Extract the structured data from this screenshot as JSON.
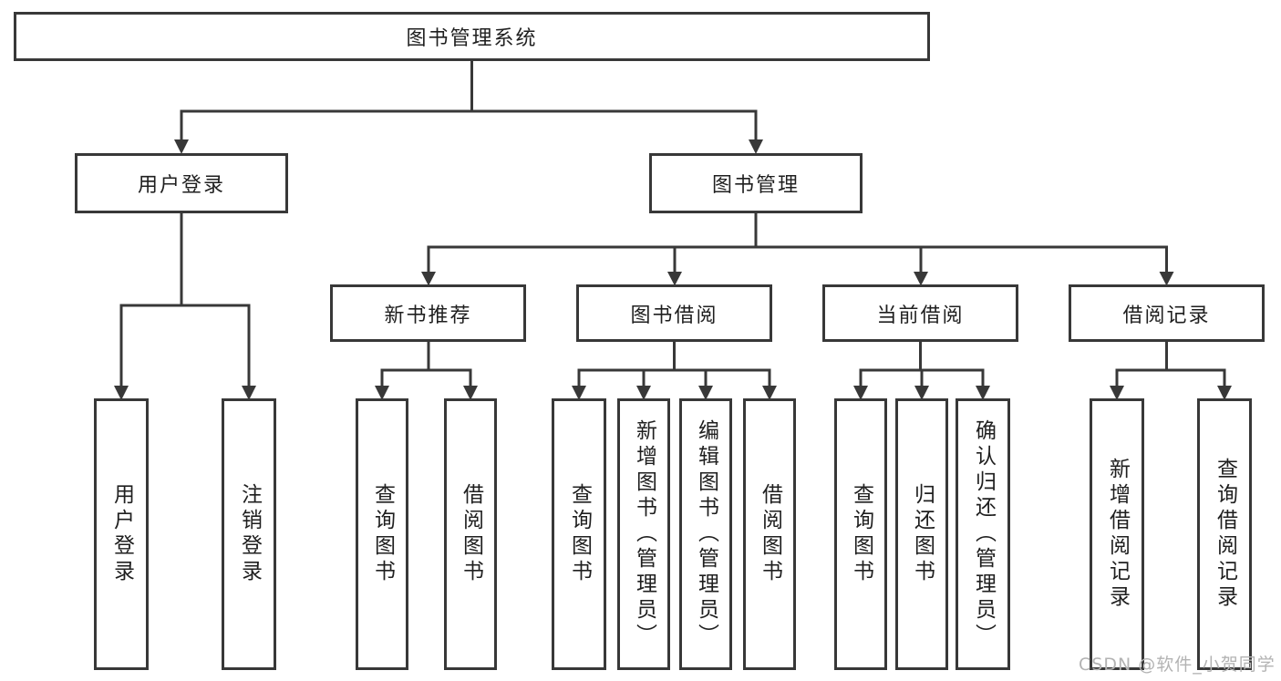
{
  "diagram": {
    "type": "hierarchy-tree",
    "colors": {
      "line": "#383838",
      "text": "#1f1f1f",
      "watermark": "#b3b3b3",
      "background": "#ffffff"
    },
    "nodes": {
      "root": {
        "label": "图书管理系统"
      },
      "user_login": {
        "label": "用户登录"
      },
      "book_mgmt": {
        "label": "图书管理"
      },
      "new_books": {
        "label": "新书推荐"
      },
      "book_borrow": {
        "label": "图书借阅"
      },
      "current_borrow": {
        "label": "当前借阅"
      },
      "borrow_records": {
        "label": "借阅记录"
      }
    },
    "leaves": {
      "user_login": [
        "用户登录",
        "注销登录"
      ],
      "new_books": [
        "查询图书",
        "借阅图书"
      ],
      "book_borrow": [
        "查询图书",
        "新增图书（管理员）",
        "编辑图书（管理员）",
        "借阅图书"
      ],
      "current_borrow": [
        "查询图书",
        "归还图书",
        "确认归还（管理员）"
      ],
      "borrow_records": [
        "新增借阅记录",
        "查询借阅记录"
      ]
    },
    "hierarchy": {
      "图书管理系统": {
        "用户登录": [
          "用户登录",
          "注销登录"
        ],
        "图书管理": {
          "新书推荐": [
            "查询图书",
            "借阅图书"
          ],
          "图书借阅": [
            "查询图书",
            "新增图书（管理员）",
            "编辑图书（管理员）",
            "借阅图书"
          ],
          "当前借阅": [
            "查询图书",
            "归还图书",
            "确认归还（管理员）"
          ],
          "借阅记录": [
            "新增借阅记录",
            "查询借阅记录"
          ]
        }
      }
    },
    "watermark": "CSDN @软件_小贺同学"
  }
}
